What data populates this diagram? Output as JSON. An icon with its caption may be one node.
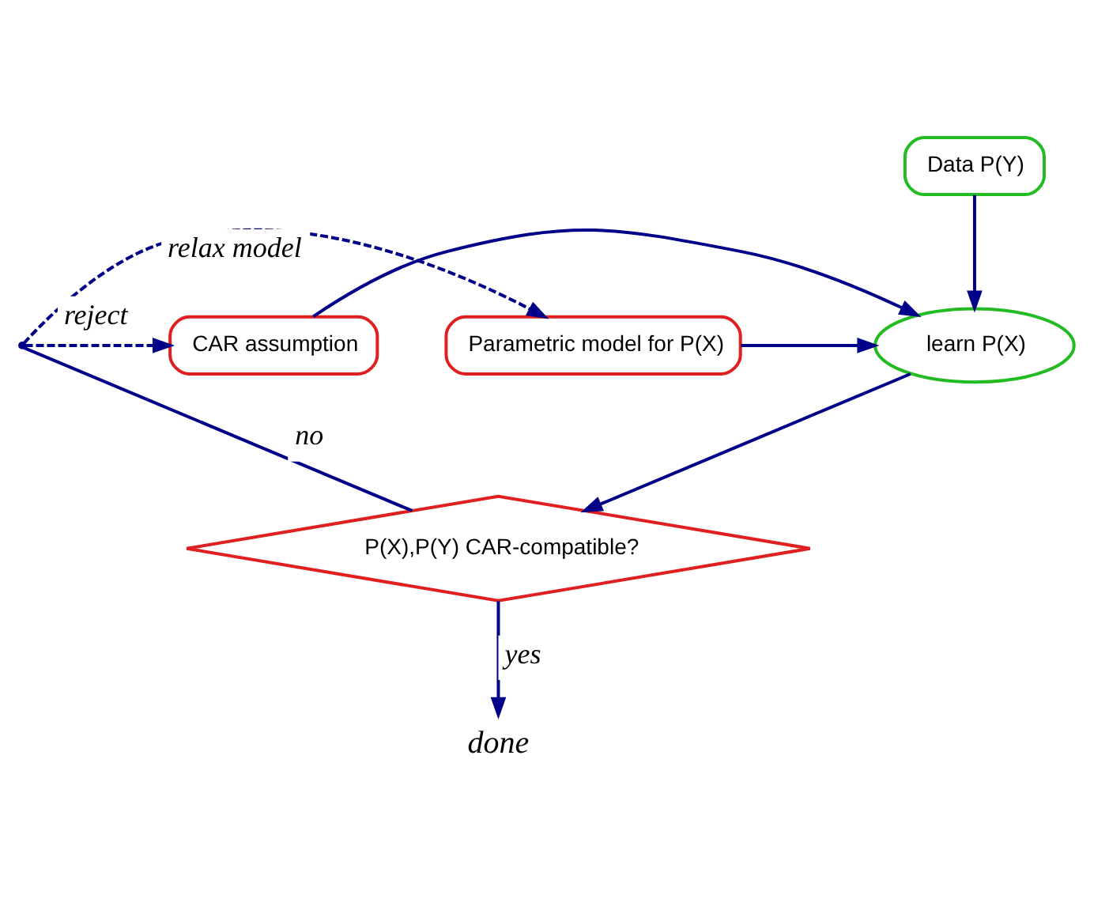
{
  "diagram": {
    "nodes": [
      {
        "text": [
          "Data P(Y)"
        ]
      },
      {
        "text": [
          "Parametric model for P(X)"
        ]
      },
      {
        "text": [
          "learn P(X)"
        ]
      },
      {
        "text": [
          "CAR assumption"
        ]
      },
      {
        "text": [
          "P(X),P(Y) CAR-compatible?"
        ]
      },
      {
        "text": [
          "done"
        ]
      },
      {
        "text": [],
        "shape": "point"
      }
    ],
    "edges": [
      {
        "from": 0,
        "to": 2,
        "arrow": "to"
      },
      {
        "from": 1,
        "to": 2,
        "arrow": "to"
      },
      {
        "from": 3,
        "to": 2,
        "arrow": "to"
      },
      {
        "from": 2,
        "to": 4,
        "arrow": "to"
      },
      {
        "from": 4,
        "to": 5,
        "arrow": "to",
        "label": "yes"
      },
      {
        "from": 4,
        "to": 6,
        "arrow": "none",
        "label": "no"
      },
      {
        "from": 6,
        "to": 1,
        "arrow": "to",
        "style": "dashed",
        "label": "relax model"
      },
      {
        "from": 6,
        "to": 3,
        "arrow": "to",
        "style": "dashed",
        "label": "reject"
      }
    ]
  }
}
